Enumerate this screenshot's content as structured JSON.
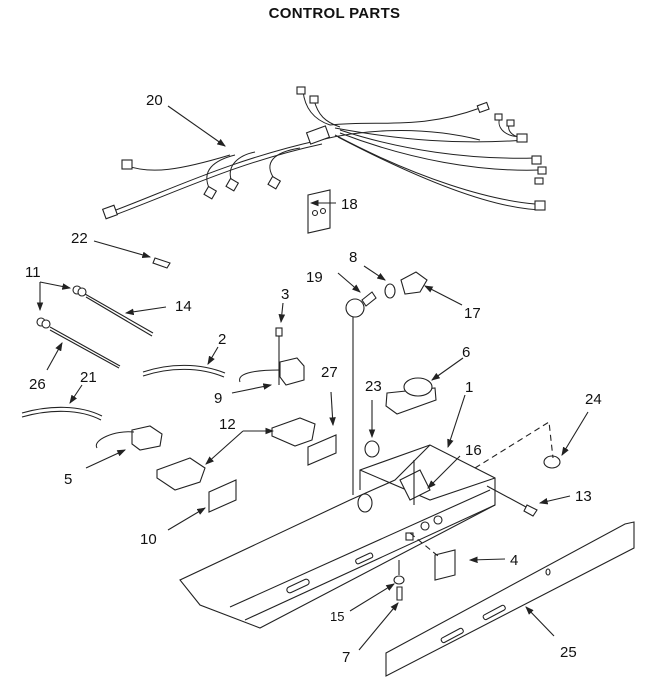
{
  "title": "CONTROL PARTS",
  "callouts": [
    {
      "id": "c1",
      "label": "1"
    },
    {
      "id": "c2",
      "label": "2"
    },
    {
      "id": "c3",
      "label": "3"
    },
    {
      "id": "c4",
      "label": "4"
    },
    {
      "id": "c5",
      "label": "5"
    },
    {
      "id": "c6",
      "label": "6"
    },
    {
      "id": "c7",
      "label": "7"
    },
    {
      "id": "c8",
      "label": "8"
    },
    {
      "id": "c9",
      "label": "9"
    },
    {
      "id": "c10",
      "label": "10"
    },
    {
      "id": "c11",
      "label": "11"
    },
    {
      "id": "c12",
      "label": "12"
    },
    {
      "id": "c13",
      "label": "13"
    },
    {
      "id": "c14",
      "label": "14"
    },
    {
      "id": "c15",
      "label": "15"
    },
    {
      "id": "c16",
      "label": "16"
    },
    {
      "id": "c17",
      "label": "17"
    },
    {
      "id": "c18",
      "label": "18"
    },
    {
      "id": "c19",
      "label": "19"
    },
    {
      "id": "c20",
      "label": "20"
    },
    {
      "id": "c21",
      "label": "21"
    },
    {
      "id": "c22",
      "label": "22"
    },
    {
      "id": "c23",
      "label": "23"
    },
    {
      "id": "c24",
      "label": "24"
    },
    {
      "id": "c25",
      "label": "25"
    },
    {
      "id": "c26",
      "label": "26"
    },
    {
      "id": "c27",
      "label": "27"
    }
  ]
}
